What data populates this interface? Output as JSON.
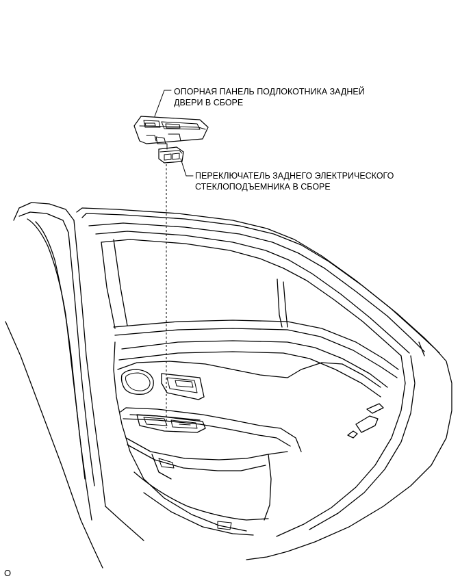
{
  "labels": {
    "armrest_panel": {
      "line1": "ОПОРНАЯ ПАНЕЛЬ ПОДЛОКОТНИКА ЗАДНЕЙ",
      "line2": "ДВЕРИ В СБОРЕ"
    },
    "window_switch": {
      "line1": "ПЕРЕКЛЮЧАТЕЛЬ ЗАДНЕГО ЭЛЕКТРИЧЕСКОГО",
      "line2": "СТЕКЛОПОДЪЕМНИКА В СБОРЕ"
    }
  },
  "corner_mark": "O"
}
